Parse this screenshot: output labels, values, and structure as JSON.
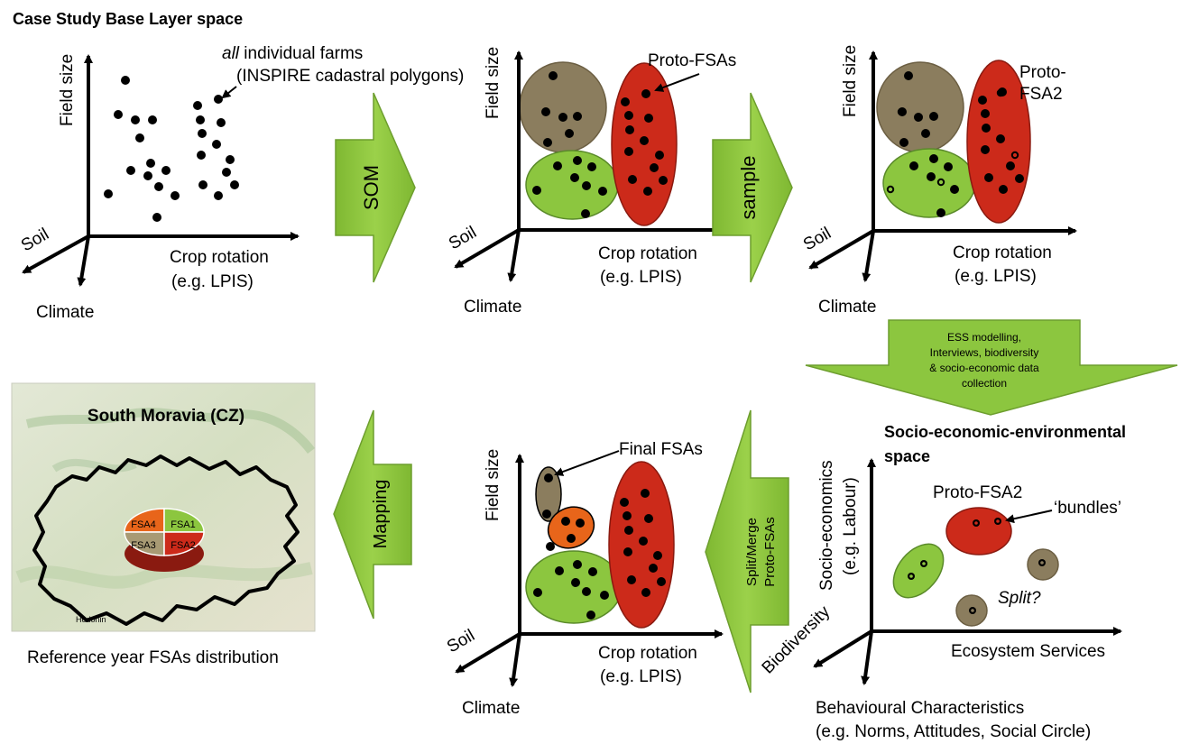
{
  "title": "Case Study Base Layer space",
  "panel1": {
    "y_axis": "Field size",
    "x_axis": "Crop rotation",
    "x_axis_sub": "(e.g. LPIS)",
    "z_axis_soil": "Soil",
    "z_axis_climate": "Climate",
    "annotation_italic": "all",
    "annotation_rest": " individual farms",
    "annotation_line2": "(INSPIRE cadastral polygons)"
  },
  "arrow_som": "SOM",
  "panel2": {
    "y_axis": "Field size",
    "x_axis": "Crop rotation",
    "x_axis_sub": "(e.g. LPIS)",
    "z_axis_soil": "Soil",
    "z_axis_climate": "Climate",
    "annotation": "Proto-FSAs"
  },
  "arrow_sample": "sample",
  "panel3": {
    "y_axis": "Field size",
    "x_axis": "Crop rotation",
    "x_axis_sub": "(e.g. LPIS)",
    "z_axis_soil": "Soil",
    "z_axis_climate": "Climate",
    "annotation_line1": "Proto-",
    "annotation_line2": "FSA2"
  },
  "arrow_down": [
    "ESS modelling,",
    "Interviews, biodiversity",
    "& socio-economic data",
    "collection"
  ],
  "panel4": {
    "title_line1": "Socio-economic-environmental",
    "title_line2": "space",
    "y_axis": "Socio-economics",
    "y_axis_sub": "(e.g. Labour)",
    "x_axis": "Ecosystem Services",
    "z_axis": "Biodiversity",
    "bottom_line1": "Behavioural Characteristics",
    "bottom_line2": "(e.g. Norms, Attitudes, Social Circle)",
    "label_proto": "Proto-FSA2",
    "label_bundles": "‘bundles’",
    "label_split": "Split?"
  },
  "arrow_split": [
    "Split/Merge",
    "Proto-FSAs"
  ],
  "panel5": {
    "y_axis": "Field size",
    "x_axis": "Crop rotation",
    "x_axis_sub": "(e.g. LPIS)",
    "z_axis_soil": "Soil",
    "z_axis_climate": "Climate",
    "annotation": "Final FSAs"
  },
  "arrow_mapping": "Mapping",
  "map": {
    "title": "South Moravia (CZ)",
    "caption": "Reference year FSAs distribution",
    "pie_labels": [
      "FSA4",
      "FSA1",
      "FSA3",
      "FSA2"
    ],
    "place_hodonin": "Hodonin"
  },
  "colors": {
    "green_cluster": "#8cc63f",
    "brown_cluster": "#8b7d5e",
    "red_cluster": "#cc2a1a",
    "orange_cluster": "#e8651a",
    "arrow_fill": "#8cc63f",
    "arrow_stroke": "#6d9e2e"
  }
}
